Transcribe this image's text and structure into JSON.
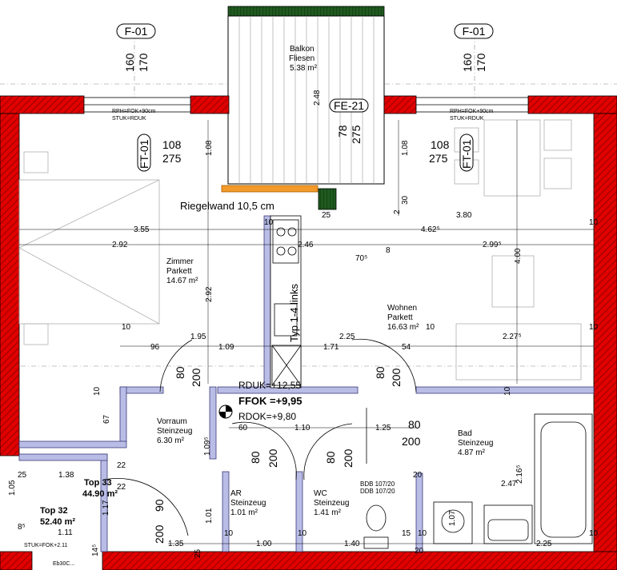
{
  "section_tags": {
    "left": "F-01",
    "right": "F-01"
  },
  "window_sizes": {
    "top_left": [
      "160",
      "170"
    ],
    "top_right": [
      "160",
      "170"
    ],
    "room_left": [
      "108",
      "275"
    ],
    "room_right": [
      "108",
      "275"
    ],
    "balcony_door": [
      "78",
      "275"
    ]
  },
  "window_tags": {
    "left": "FT-01",
    "right": "FT-01",
    "balcony": "FE-21"
  },
  "sill_notes": {
    "left": [
      "RPH=FOK+90cm",
      "STUK=RDUK"
    ],
    "right": [
      "RPH=FOK+90cm",
      "STUK=RDUK"
    ]
  },
  "balcony": {
    "name": "Balkon",
    "floor": "Fliesen",
    "area": "5.38 m²",
    "depth": "2.48"
  },
  "partition_label": "Riegelwand 10,5 cm",
  "kitchen_label": "Typ 1-4 links",
  "rooms": {
    "zimmer": {
      "name": "Zimmer",
      "floor": "Parkett",
      "area": "14.67 m²"
    },
    "wohnen": {
      "name": "Wohnen",
      "floor": "Parkett",
      "area": "16.63 m²"
    },
    "vorraum": {
      "name": "Vorraum",
      "floor": "Steinzeug",
      "area": "6.30 m²"
    },
    "bad": {
      "name": "Bad",
      "floor": "Steinzeug",
      "area": "4.87 m²"
    },
    "ar": {
      "name": "AR",
      "floor": "Steinzeug",
      "area": "1.01 m²"
    },
    "wc": {
      "name": "WC",
      "floor": "Steinzeug",
      "area": "1.41 m²"
    }
  },
  "levels": {
    "rduk_top": "RDUK=+12,55",
    "ffok": "FFOK =+9,95",
    "rdok": "RDOK=+9,80"
  },
  "units": [
    {
      "name": "Top 33",
      "area": "44.90 m²"
    },
    {
      "name": "Top 32",
      "area": "52.40 m²"
    }
  ],
  "bath_vent": [
    "BDB 107/20",
    "DDB 107/20"
  ],
  "stair_note": "STUK=FOK+2.11",
  "bottom_note": "Eb30C...",
  "dimensions": {
    "d355": "3.55",
    "d462": "4.62⁵",
    "d380": "3.80",
    "d292a": "2.92",
    "d246": "2.46",
    "d299": "2.99⁵",
    "d400": "4.00",
    "d292v": "2.92",
    "d108a": "1.08",
    "d108b": "1.08",
    "d30": "30",
    "d25a": "25",
    "d2": "2",
    "d10a": "10",
    "d10b": "10",
    "d705": "70⁵",
    "d8": "8",
    "d10c": "10",
    "d195": "1.95",
    "d225": "2.25",
    "d10d": "10",
    "d227": "2.27⁵",
    "d10e": "10",
    "d96": "96",
    "d109": "1.09",
    "d171": "1.71",
    "d54": "54",
    "d80a": "80",
    "d200a": "200",
    "d80b": "80",
    "d200b": "200",
    "d10f": "10",
    "d10g": "10",
    "d67": "67",
    "d60": "60",
    "d110": "1.10",
    "d125": "1.25",
    "d80c": "80",
    "d200c": "200",
    "d1095": "1.09⁵",
    "d22a": "22",
    "d22b": "22",
    "d138": "1.38",
    "d25b": "25",
    "d247": "2.47",
    "d2165": "2.16⁵",
    "d20a": "20",
    "d90": "90",
    "d200d": "200",
    "d80d": "80",
    "d200e": "200",
    "d80e": "80",
    "d200f": "200",
    "d117": "1.17",
    "d101": "1.01",
    "d105": "1.05",
    "d111": "1.11",
    "d8b": "8⁵",
    "d135": "1.35",
    "d100": "1.00",
    "d140": "1.40",
    "d10h": "10",
    "d10i": "10",
    "d15": "15",
    "d10j": "10",
    "d225b": "2.25",
    "d10k": "10",
    "d20b": "20",
    "d107": "1.07",
    "d14": "14⁵",
    "d25c": "25"
  }
}
